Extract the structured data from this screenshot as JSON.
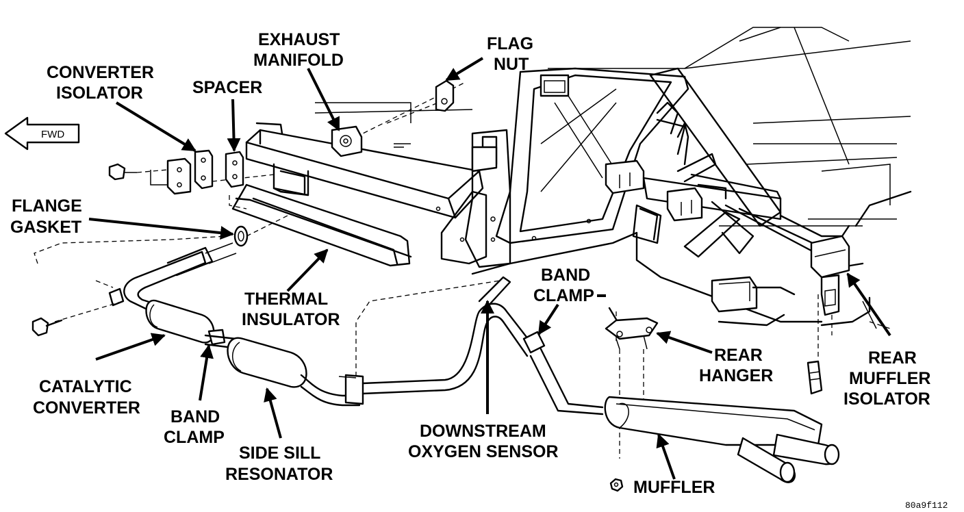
{
  "labels": {
    "exhaust_manifold": [
      "EXHAUST",
      "MANIFOLD"
    ],
    "flag_nut": [
      "FLAG",
      "NUT"
    ],
    "converter_isolator": [
      "CONVERTER",
      "ISOLATOR"
    ],
    "spacer": [
      "SPACER"
    ],
    "fwd": "FWD",
    "flange_gasket": [
      "FLANGE",
      "GASKET"
    ],
    "thermal_insulator": [
      "THERMAL",
      "INSULATOR"
    ],
    "band_clamp_rear": [
      "BAND",
      "CLAMP"
    ],
    "rear_hanger": [
      "REAR",
      "HANGER"
    ],
    "rear_muffler_isolator": [
      "REAR",
      "MUFFLER",
      "ISOLATOR"
    ],
    "catalytic_converter": [
      "CATALYTIC",
      "CONVERTER"
    ],
    "band_clamp_front": [
      "BAND",
      "CLAMP"
    ],
    "side_sill_resonator": [
      "SIDE SILL",
      "RESONATOR"
    ],
    "downstream_oxygen_sensor": [
      "DOWNSTREAM",
      "OXYGEN SENSOR"
    ],
    "muffler": [
      "MUFFLER"
    ]
  },
  "figure_code": "80a9f112",
  "icons": {
    "fwd_arrow": "fwd-arrow-icon",
    "muffler_symbol": "nut-symbol-icon"
  }
}
